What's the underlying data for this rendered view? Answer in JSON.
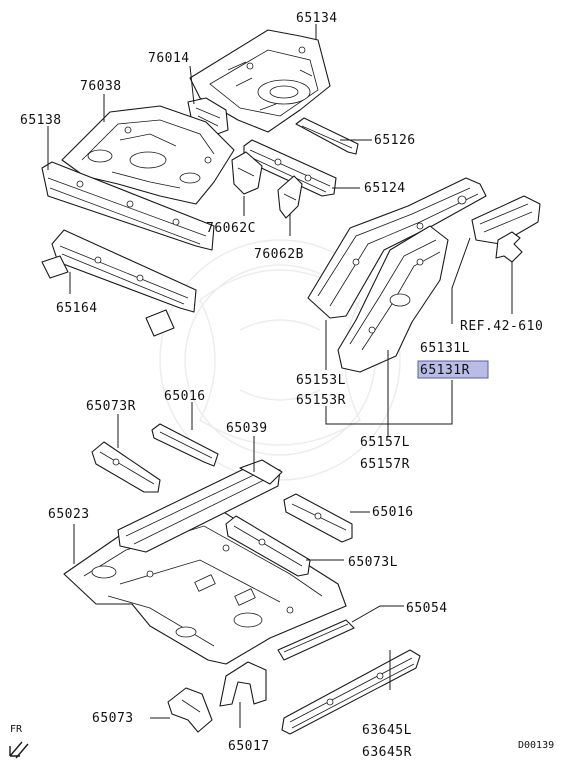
{
  "labels": {
    "p65134": "65134",
    "p76014": "76014",
    "p76038": "76038",
    "p65138": "65138",
    "p65126": "65126",
    "p65124": "65124",
    "p76062c": "76062C",
    "p76062b": "76062B",
    "p65164": "65164",
    "ref42610": "REF.42-610",
    "p65131l": "65131L",
    "p65131r": "65131R",
    "p65153l": "65153L",
    "p65153r": "65153R",
    "p65157l": "65157L",
    "p65157r": "65157R",
    "p65073r": "65073R",
    "p65016a": "65016",
    "p65039": "65039",
    "p65023": "65023",
    "p65016b": "65016",
    "p65073l": "65073L",
    "p65054": "65054",
    "p65073": "65073",
    "p65017": "65017",
    "p63645l": "63645L",
    "p63645r": "63645R",
    "fr": "FR",
    "code": "D00139"
  },
  "highlight_color": "#b9bde6",
  "icons": {
    "front_arrow": "front-direction-arrow-icon"
  }
}
